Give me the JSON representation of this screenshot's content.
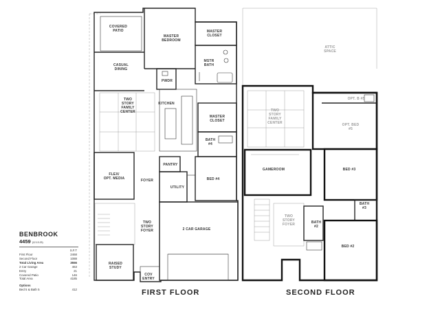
{
  "plan": {
    "name": "BENBROOK",
    "number": "4459",
    "date": "(12.13.23)"
  },
  "spec_table": {
    "header": "S.F.T",
    "rows": [
      {
        "label": "First Floor",
        "value": "2468",
        "bold": false
      },
      {
        "label": "Second Floor",
        "value": "1088",
        "bold": false
      },
      {
        "label": "Total Living Area",
        "value": "3556",
        "bold": true
      },
      {
        "label": "2 Car Garage",
        "value": "463",
        "bold": false
      },
      {
        "label": "Entry",
        "value": "21",
        "bold": false
      },
      {
        "label": "Covered Patio",
        "value": "146",
        "bold": false
      },
      {
        "label": "Total Area",
        "value": "4185",
        "bold": false
      }
    ],
    "options_title": "Options",
    "options": [
      {
        "label": "Bed 5 & Bath 5",
        "value": "412"
      }
    ]
  },
  "floors": {
    "first_title": "FIRST FLOOR",
    "second_title": "SECOND FLOOR"
  },
  "first_floor_rooms": {
    "covered_patio": [
      "COVERED",
      "PATIO"
    ],
    "master_bedroom": [
      "MASTER",
      "BEDROOM"
    ],
    "master_closet_top": [
      "MASTER",
      "CLOSET"
    ],
    "mstr_bath": [
      "MSTR",
      "BATH"
    ],
    "casual_dining": [
      "CASUAL",
      "DINING"
    ],
    "pwdr": "PWDR",
    "family_center": [
      "TWO",
      "STORY",
      "FAMILY",
      "CENTER"
    ],
    "kitchen": "KITCHEN",
    "master_closet": [
      "MASTER",
      "CLOSET"
    ],
    "bath4": [
      "BATH",
      "#4"
    ],
    "flex": [
      "FLEX/",
      "OPT. MEDIA"
    ],
    "foyer": "FOYER",
    "pantry": "PANTRY",
    "utility": "UTILITY",
    "bed4": "BED #4",
    "garage": "2 CAR GARAGE",
    "two_story_foyer": [
      "TWO",
      "STORY",
      "FOYER"
    ],
    "raised_study": [
      "RAISED",
      "STUDY"
    ],
    "cov_entry": [
      "COV",
      "ENTRY"
    ]
  },
  "second_floor_rooms": {
    "attic": [
      "ATTIC",
      "SPACE"
    ],
    "opt_bath5": "OPT. B #5",
    "opt_bed5": [
      "OPT. BED",
      "#5"
    ],
    "family_below": [
      "TWO",
      "STORY",
      "FAMILY",
      "CENTER"
    ],
    "gameroom": "GAMEROOM",
    "bed3": "BED #3",
    "bath3": [
      "BATH",
      "#3"
    ],
    "foyer_below": [
      "TWO",
      "STORY",
      "FOYER"
    ],
    "bath2": [
      "BATH",
      "#2"
    ],
    "bed2": "BED #2"
  }
}
